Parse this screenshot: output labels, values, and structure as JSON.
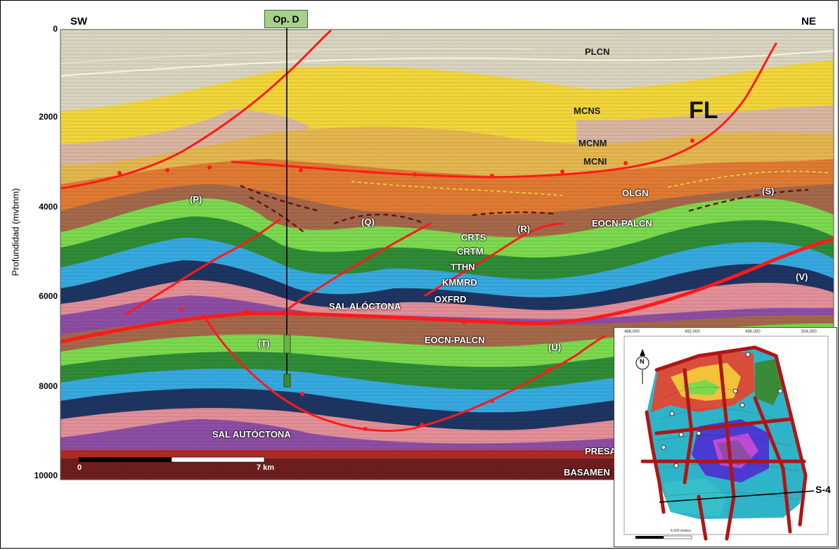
{
  "orientation": {
    "left": "SW",
    "right": "NE"
  },
  "well": {
    "label": "Op. D"
  },
  "y_axis": {
    "title": "Profundidad (mvbnm)",
    "ticks": [
      "0",
      "2000",
      "4000",
      "6000",
      "8000",
      "10000"
    ]
  },
  "scale_bar": {
    "start": "0",
    "end": "7 km"
  },
  "fault_label": "FL",
  "formations": {
    "plcn": "PLCN",
    "mcns": "MCNS",
    "mcnm": "MCNM",
    "mcni": "MCNI",
    "olgn": "OLGN",
    "eocn_upper": "EOCN-PALCN",
    "crts": "CRTS",
    "crtm": "CRTM",
    "tthn": "TTHN",
    "kmmrd": "KMMRD",
    "oxfrd": "OXFRD",
    "sal_aloctona": "SAL ALÓCTONA",
    "eocn_lower": "EOCN-PALCN",
    "sal_autoctona": "SAL AUTÓCTONA",
    "presal": "PRESA",
    "basamento": "BASAMEN"
  },
  "structures": {
    "p": "(P)",
    "q": "(Q)",
    "r": "(R)",
    "s": "(S)",
    "t": "(T)",
    "u": "(U)",
    "v": "(V)"
  },
  "inset_map": {
    "section_label": "S-4",
    "north": "N",
    "x_ticks": [
      "488,000",
      "492,000",
      "496,000",
      "504,000"
    ],
    "scale_text": "6.000 meters"
  },
  "colors": {
    "pliocene": "#d9d4bf",
    "miocene_upper": "#f1d53a",
    "miocene_mid": "#d8b6a1",
    "miocene_low": "#e4b64f",
    "oligocene": "#df7a33",
    "eocene": "#a4684a",
    "cretaceous_s": "#7cd94e",
    "cretaceous_m": "#2f8b36",
    "tithonian": "#36a9df",
    "kimmeridgian": "#1e3563",
    "oxfordian": "#e28f98",
    "salt": "#8c4ea3",
    "basement": "#6e1e1e",
    "fault": "#ff1a1a"
  }
}
